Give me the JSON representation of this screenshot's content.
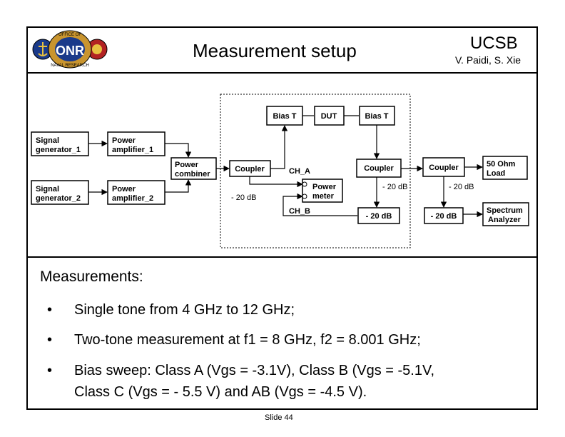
{
  "header": {
    "title": "Measurement setup",
    "org": "UCSB",
    "authors": "V. Paidi, S. Xie"
  },
  "logo": {
    "left_text": "ONR",
    "ring_top": "OFFICE OF",
    "ring_bottom": "NAVAL RESEARCH"
  },
  "diagram": {
    "blocks": {
      "sig_gen_1": [
        "Signal",
        "generator_1"
      ],
      "sig_gen_2": [
        "Signal",
        "generator_2"
      ],
      "pa_1": [
        "Power",
        "amplifier_1"
      ],
      "pa_2": [
        "Power",
        "amplifier_2"
      ],
      "combiner": [
        "Power",
        "combiner"
      ],
      "coupler_1": "Coupler",
      "bias_t_1": "Bias T",
      "dut": "DUT",
      "bias_t_2": "Bias T",
      "coupler_2": "Coupler",
      "coupler_3": "Coupler",
      "load": [
        "50 Ohm",
        "Load"
      ],
      "power_meter": [
        "Power",
        "meter"
      ],
      "atten_1": "- 20 dB",
      "atten_2": "- 20 dB",
      "spectrum": [
        "Spectrum",
        "Analyzer"
      ]
    },
    "labels": {
      "ch_a": "CH_A",
      "ch_b": "CH_B",
      "c1_loss": "- 20 dB",
      "c2_loss": "- 20 dB",
      "c3_loss": "- 20 dB"
    }
  },
  "measurements": {
    "heading": "Measurements:",
    "bullet": "•",
    "items": [
      "Single tone from 4 GHz to 12 GHz;",
      "Two-tone measurement at f1 = 8 GHz, f2 = 8.001 GHz;",
      "Bias sweep: Class A (Vgs = -3.1V), Class B (Vgs = -5.1V,",
      "Class C (Vgs = - 5.5 V) and AB (Vgs = -4.5 V)."
    ]
  },
  "footer": {
    "slide": "Slide 44"
  }
}
